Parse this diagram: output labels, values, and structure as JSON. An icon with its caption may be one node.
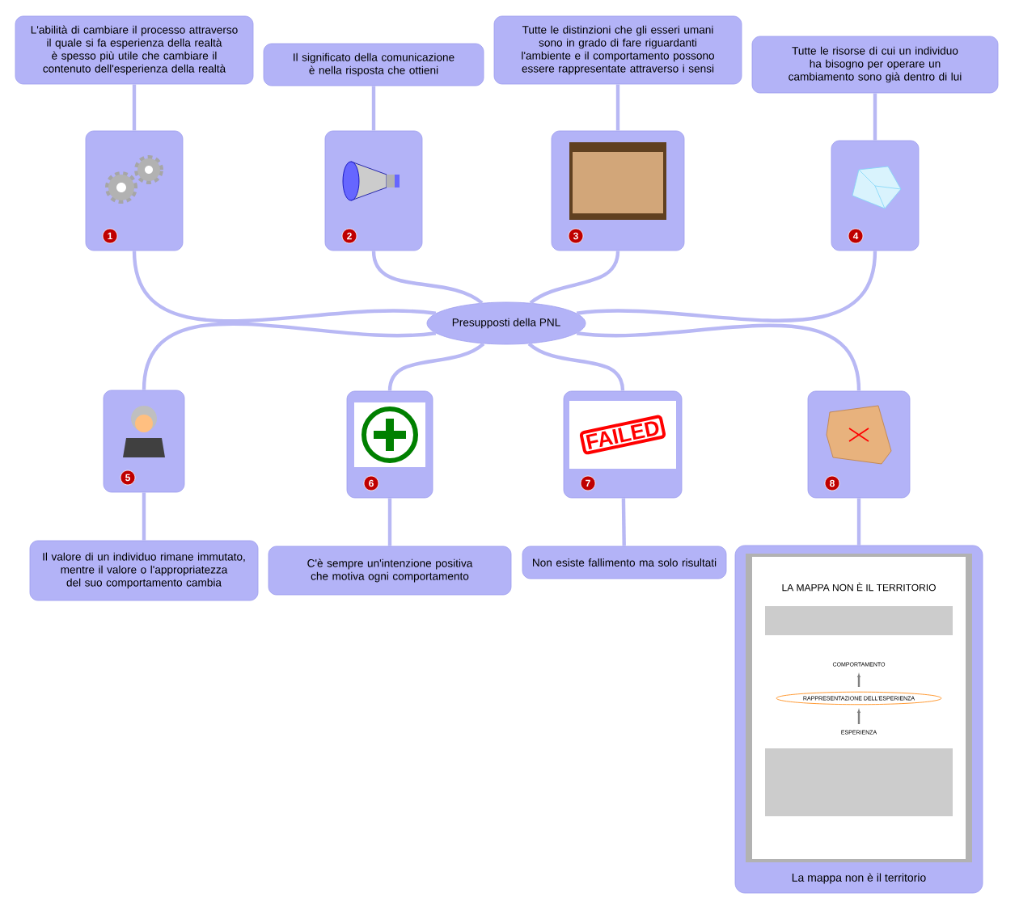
{
  "diagram": {
    "nodes": [
      {
        "text": [
          "L'abilità di cambiare il processo attraverso il quale si fa esperienza della realtà è spesso più utile che cambiare il contenuto dell'esperienza della realtà"
        ]
      },
      {
        "text": [
          "Il significato della comunicazione è nella risposta che ottieni"
        ]
      },
      {
        "text": [
          "Tutte le distinzioni che gli esseri umani sono in grado di fare riguardanti l'ambiente e il comportamento possono essere rappresentate attraverso i sensi"
        ]
      },
      {
        "text": [
          "Tutte le risorse di cui un individuo ha bisogno per operare un cambiamento sono già dentro di lui"
        ]
      },
      {
        "text": [
          "1"
        ]
      },
      {
        "text": [
          "2"
        ]
      },
      {
        "text": [
          "3"
        ]
      },
      {
        "text": [
          "4"
        ]
      },
      {
        "text": [
          "Presupposti della PNL"
        ]
      },
      {
        "text": [
          "5"
        ]
      },
      {
        "text": [
          "6"
        ]
      },
      {
        "text": [
          "7"
        ]
      },
      {
        "text": [
          "8"
        ]
      },
      {
        "text": [
          "Il valore di un individuo rimane immutato, mentre il valore o l'appropriatezza del suo comportamento cambia"
        ]
      },
      {
        "text": [
          "C'è sempre un'intenzione positiva che motiva ogni comportamento"
        ]
      },
      {
        "text": [
          "Non esiste fallimento ma solo risultati"
        ]
      },
      {
        "text": [
          "La mappa non è il territorio"
        ]
      }
    ],
    "edges": [
      {
        "from": 0,
        "to": 4,
        "arrow": "none"
      },
      {
        "from": 1,
        "to": 5,
        "arrow": "none"
      },
      {
        "from": 2,
        "to": 6,
        "arrow": "none"
      },
      {
        "from": 3,
        "to": 7,
        "arrow": "none"
      },
      {
        "from": 4,
        "to": 8,
        "arrow": "none"
      },
      {
        "from": 5,
        "to": 8,
        "arrow": "none"
      },
      {
        "from": 6,
        "to": 8,
        "arrow": "none"
      },
      {
        "from": 7,
        "to": 8,
        "arrow": "none"
      },
      {
        "from": 8,
        "to": 9,
        "arrow": "none"
      },
      {
        "from": 8,
        "to": 10,
        "arrow": "none"
      },
      {
        "from": 8,
        "to": 11,
        "arrow": "none"
      },
      {
        "from": 8,
        "to": 12,
        "arrow": "none"
      },
      {
        "from": 9,
        "to": 13,
        "arrow": "none"
      },
      {
        "from": 10,
        "to": 14,
        "arrow": "none"
      },
      {
        "from": 11,
        "to": 15,
        "arrow": "none"
      },
      {
        "from": 12,
        "to": 16,
        "arrow": "none"
      }
    ],
    "labels": [
      "FAILED",
      "LA MAPPA NON È IL TERRITORIO",
      "COMPORTAMENTO",
      "RAPPRESENTAZIONE DELL'ESPERIENZA",
      "ESPERIENZA"
    ]
  }
}
